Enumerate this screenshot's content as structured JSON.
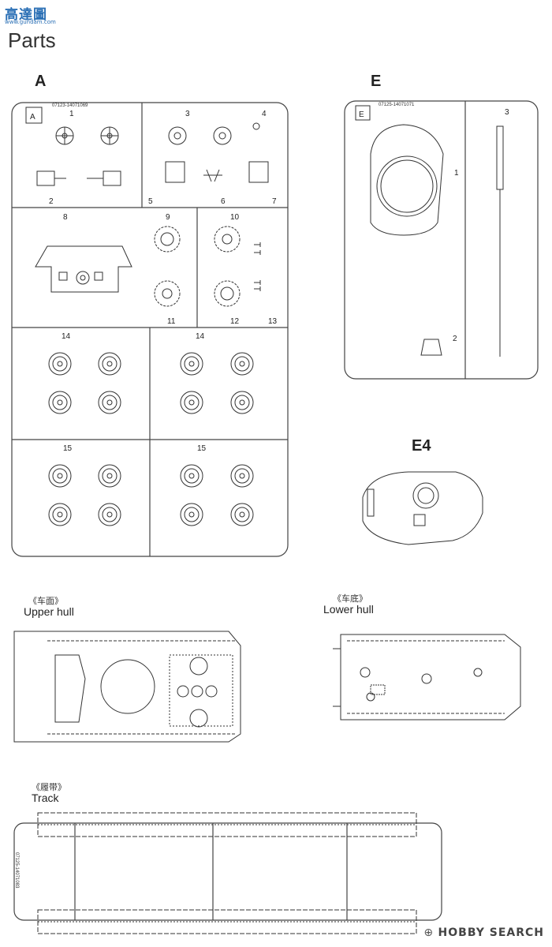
{
  "header": {
    "logo": "高達圖",
    "logo_sub": "www.gundam.com",
    "title": "Parts"
  },
  "sprue_a": {
    "letter": "A",
    "corner_tag": "A",
    "code": "07123-14071069",
    "part_numbers": [
      "1",
      "2",
      "3",
      "4",
      "5",
      "6",
      "7",
      "8",
      "9",
      "10",
      "11",
      "12",
      "13",
      "14",
      "14",
      "15",
      "15"
    ]
  },
  "sprue_e": {
    "letter": "E",
    "corner_tag": "E",
    "code": "07125-14071071",
    "part_numbers": [
      "1",
      "2",
      "3"
    ]
  },
  "detail_e4": {
    "label": "E4"
  },
  "upper_hull": {
    "cn": "《车面》",
    "en": "Upper hull"
  },
  "lower_hull": {
    "cn": "《车底》",
    "en": "Lower hull"
  },
  "track": {
    "cn": "《履带》",
    "en": "Track",
    "code": "07125-14071083"
  },
  "footer": {
    "brand": "HOBBY SEARCH"
  }
}
